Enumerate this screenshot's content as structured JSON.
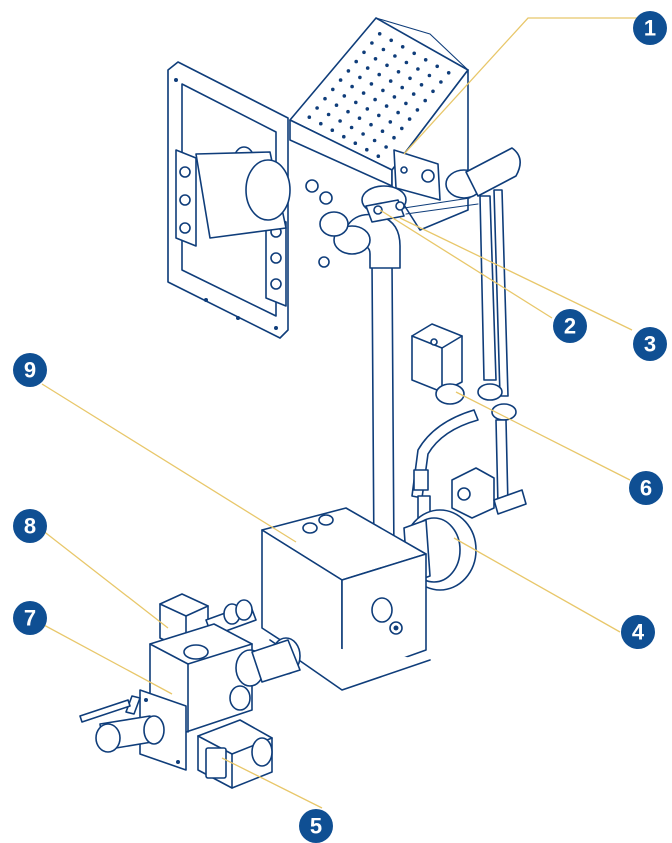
{
  "diagram": {
    "accent_color": "#0f4f93",
    "leader_color": "#e8c76a",
    "line_color": "#0f3d7a",
    "callouts": [
      {
        "label": "1"
      },
      {
        "label": "2"
      },
      {
        "label": "3"
      },
      {
        "label": "4"
      },
      {
        "label": "5"
      },
      {
        "label": "6"
      },
      {
        "label": "7"
      },
      {
        "label": "8"
      },
      {
        "label": "9"
      }
    ]
  }
}
